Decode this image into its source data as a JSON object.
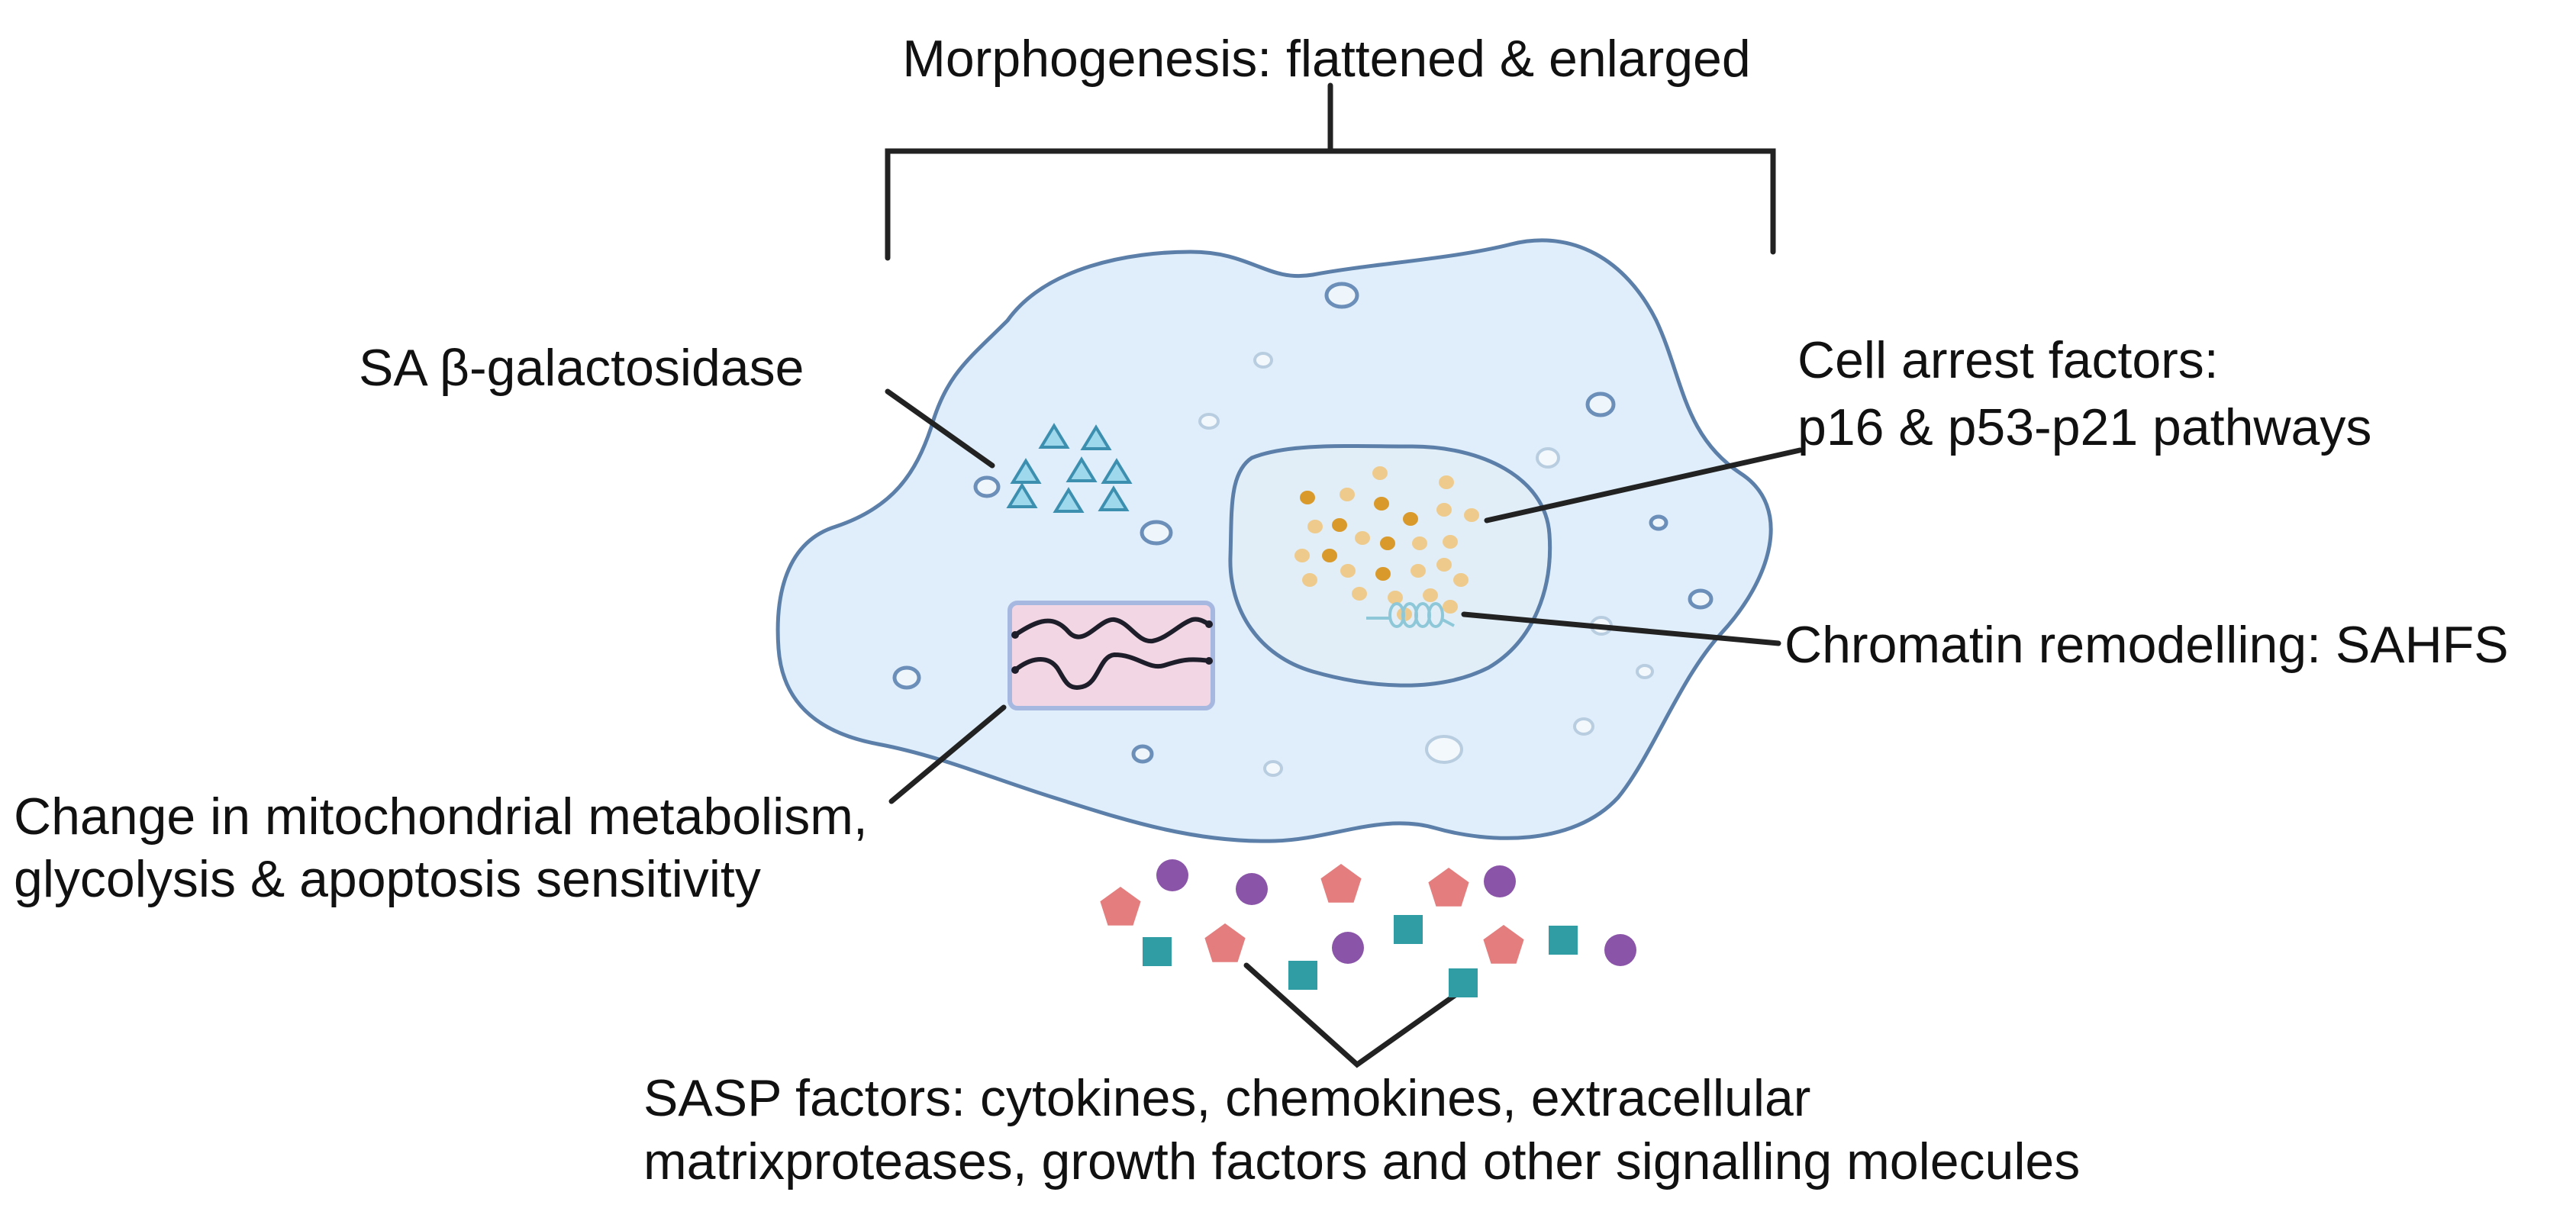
{
  "labels": {
    "morphogenesis": "Morphogenesis: flattened & enlarged",
    "galactosidase": "SA β-galactosidase",
    "cell_arrest_1": "Cell arrest factors:",
    "cell_arrest_2": "p16 & p53-p21 pathways",
    "chromatin": "Chromatin remodelling: SAHFS",
    "mito_1": "Change in mitochondrial metabolism,",
    "mito_2": "glycolysis & apoptosis sensitivity",
    "sasp_1": "SASP factors: cytokines, chemokines, extracellular",
    "sasp_2": "matrixproteases, growth factors and other signalling molecules"
  },
  "colors": {
    "cell_fill": "#dfeefa",
    "cell_outline": "#5b7fa8",
    "triangle": "#9ed8ec",
    "mitochondrion_fill": "#f2d6e4",
    "mitochondrion_outline": "#a7b8e0",
    "chromatin_dot_dark": "#d99a2b",
    "chromatin_dot_light": "#eecb8d",
    "sasp_pentagon": "#e47e7e",
    "sasp_circle": "#8a55a8",
    "sasp_square": "#2f9da3"
  },
  "icons": [
    "cell-membrane",
    "nucleus",
    "mitochondrion",
    "triangle-enzyme",
    "pentagon-factor",
    "circle-factor",
    "square-factor"
  ]
}
